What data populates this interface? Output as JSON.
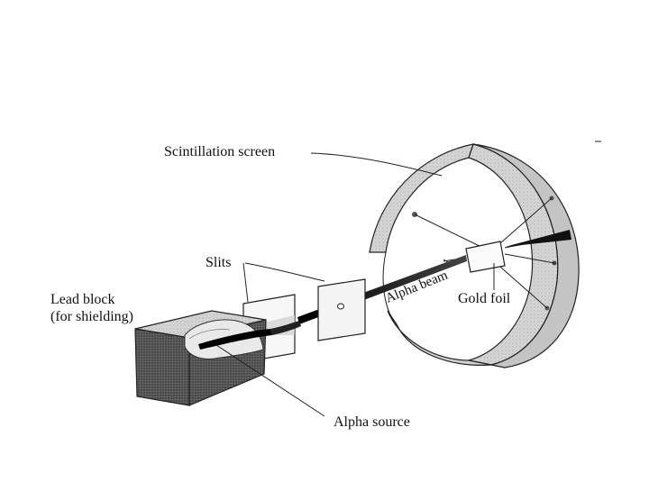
{
  "labels": {
    "scintillation_screen": "Scintillation screen",
    "slits": "Slits",
    "lead_block_line1": "Lead block",
    "lead_block_line2": "(for shielding)",
    "alpha_beam": "Alpha beam",
    "gold_foil": "Gold foil",
    "alpha_source": "Alpha source"
  }
}
